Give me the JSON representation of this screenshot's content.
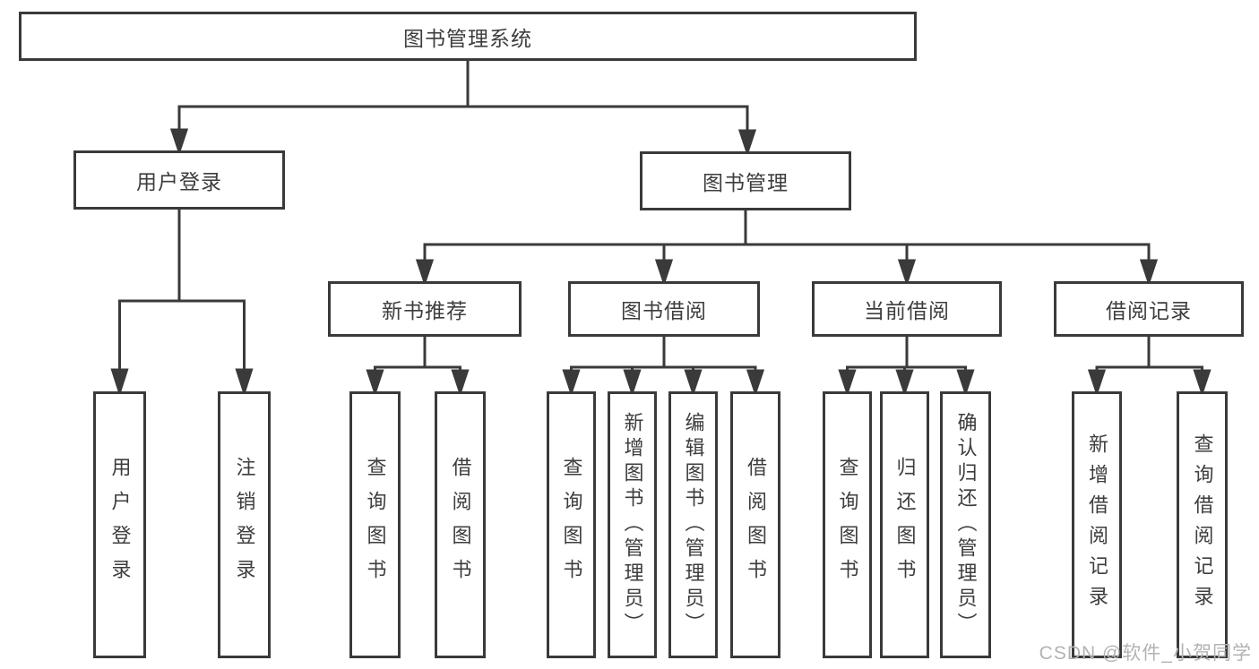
{
  "diagram": {
    "root": {
      "label": "图书管理系统"
    },
    "level2": {
      "user_login": {
        "label": "用户登录"
      },
      "book_management": {
        "label": "图书管理"
      }
    },
    "level3": {
      "new_book_recommend": {
        "label": "新书推荐"
      },
      "book_borrowing": {
        "label": "图书借阅"
      },
      "current_borrowing": {
        "label": "当前借阅"
      },
      "borrowing_records": {
        "label": "借阅记录"
      }
    },
    "leaves": {
      "user_login": [
        "用户登录",
        "注销登录"
      ],
      "new_book_recommend": [
        "查询图书",
        "借阅图书"
      ],
      "book_borrowing": [
        "查询图书",
        "新增图书（管理员）",
        "编辑图书（管理员）",
        "借阅图书"
      ],
      "current_borrowing": [
        "查询图书",
        "归还图书",
        "确认归还（管理员）"
      ],
      "borrowing_records": [
        "新增借阅记录",
        "查询借阅记录"
      ]
    },
    "watermark": "CSDN @软件_小贺同学",
    "colors": {
      "line": "#3a3a3a",
      "text": "#3d3d3d",
      "watermark": "#b3b3b3",
      "background": "#ffffff"
    }
  }
}
